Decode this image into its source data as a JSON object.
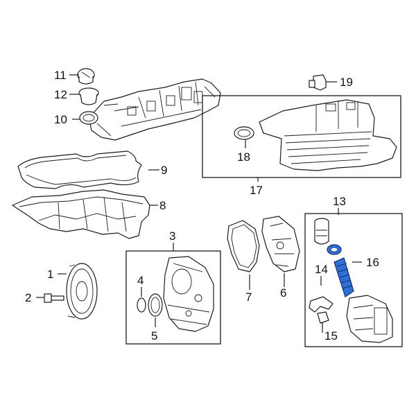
{
  "diagram": {
    "callouts": {
      "c1": "1",
      "c2": "2",
      "c3": "3",
      "c4": "4",
      "c5": "5",
      "c6": "6",
      "c7": "7",
      "c8": "8",
      "c9": "9",
      "c10": "10",
      "c11": "11",
      "c12": "12",
      "c13": "13",
      "c14": "14",
      "c15": "15",
      "c16": "16",
      "c17": "17",
      "c18": "18",
      "c19": "19"
    },
    "colors": {
      "line": "#1a1a1a",
      "highlight": "#2f6fd6",
      "background": "#ffffff"
    }
  }
}
